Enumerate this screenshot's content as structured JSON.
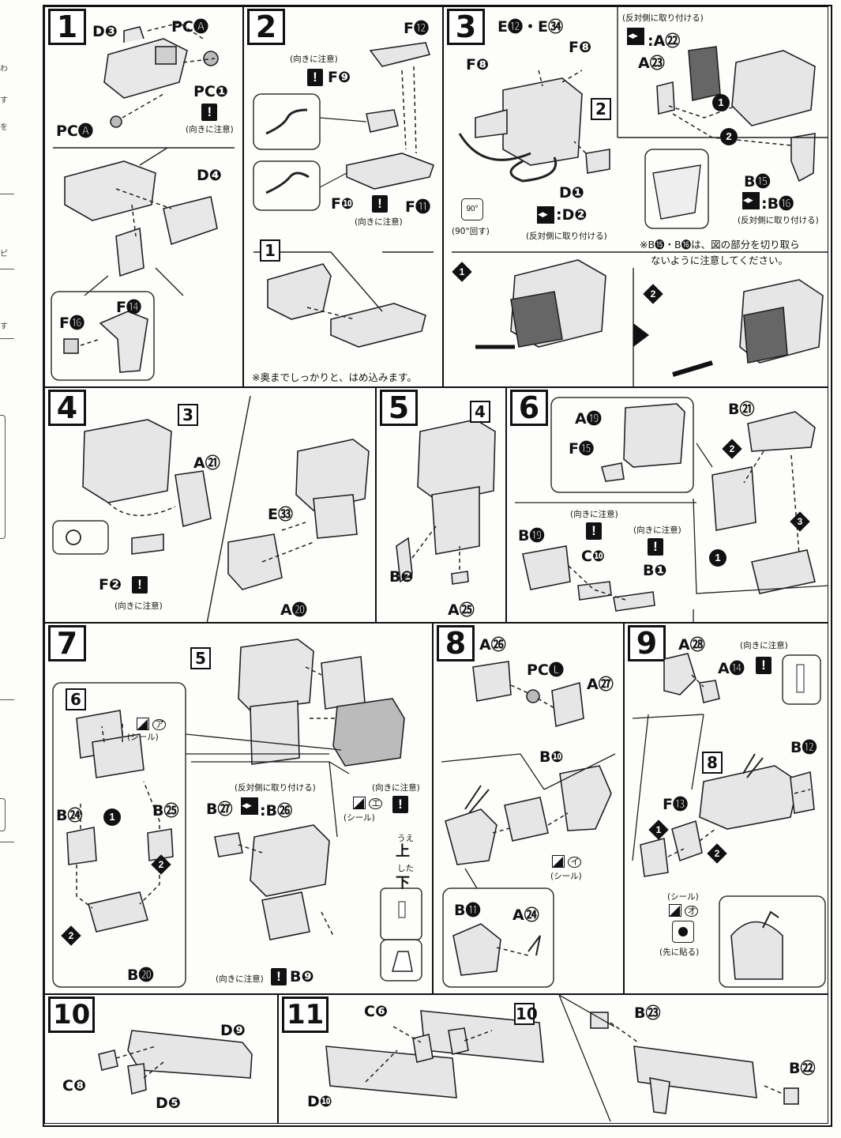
{
  "margin": {
    "chars": [
      "わ",
      "す",
      "を",
      "ピ",
      "す"
    ],
    "left_strip_note": "left edge of previous page"
  },
  "steps": {
    "s1": {
      "num": "1",
      "parts": {
        "d3": "D❸",
        "pca_top": "PC🅐",
        "pc1": "PC❶",
        "pca_left": "PC🅐",
        "d4": "D❹",
        "f16": "F⓰",
        "f14": "F⓮"
      },
      "warn": "(向きに注意)"
    },
    "s2": {
      "num": "2",
      "parts": {
        "f12": "F⓬",
        "f9": "F❾",
        "f10": "F❿",
        "f11": "F⓫"
      },
      "warn_top": "(向きに注意)",
      "warn_bottom": "(向きに注意)",
      "ref": "1",
      "note": "※奥までしっかりと、はめ込みます。"
    },
    "s3": {
      "num": "3",
      "parts": {
        "e12_34": "E⓬・E㉞",
        "f8a": "F❽",
        "f8b": "F❽",
        "d1": "D❶",
        "d2": ":D❷",
        "a22": ":A㉒",
        "a23": "A㉓",
        "b15": "B⓯",
        "b16": ":B⓰"
      },
      "ref": "2",
      "rotate_top": "90°",
      "rotate": "(90°回す)",
      "mirror_bottom": "(反対側に取り付ける)",
      "mirror_top": "(反対側に取り付ける)",
      "mirror_right": "(反対側に取り付ける)",
      "note_line1": "※B⓯・B⓰は、図の部分を切り取ら",
      "note_line2": "ないように注意してください。",
      "order": [
        "1",
        "2"
      ]
    },
    "s4": {
      "num": "4",
      "ref": "3",
      "parts": {
        "a21": "A㉑",
        "e33": "E㉝",
        "f2": "F❷",
        "a20": "A⓴"
      },
      "warn": "(向きに注意)"
    },
    "s5": {
      "num": "5",
      "ref": "4",
      "parts": {
        "b2": "B❷",
        "a25": "A㉕"
      }
    },
    "s6": {
      "num": "6",
      "parts": {
        "a19": "A⓳",
        "f15": "F⓯",
        "b21": "B㉑",
        "b19": "B⓳",
        "c10": "C❿",
        "b1": "B❶"
      },
      "warn_a": "(向きに注意)",
      "warn_b": "(向きに注意)",
      "order": [
        "1",
        "2",
        "3"
      ]
    },
    "s7": {
      "num": "7",
      "ref_main": "5",
      "ref_sub": "6",
      "parts": {
        "b24": "B㉔",
        "b25": "B㉕",
        "b20": "B⓴",
        "b27": "B㉗",
        "b26": ":B㉖",
        "b9": "B❾"
      },
      "sticker_a": "ア",
      "sticker_e": "エ",
      "sticker_label": "(シール)",
      "sticker_label2": "(シール)",
      "mirror": "(反対側に取り付ける)",
      "warn_a": "(向きに注意)",
      "warn_b": "(向きに注意)",
      "up": "上",
      "down": "下",
      "up_ruby": "うえ",
      "down_ruby": "した"
    },
    "s8": {
      "num": "8",
      "parts": {
        "a26": "A㉖",
        "pcl": "PC🅛",
        "a27": "A㉗",
        "b10": "B❿",
        "b11": "B⓫",
        "a24": "A㉔"
      },
      "sticker": "イ",
      "sticker_label": "(シール)"
    },
    "s9": {
      "num": "9",
      "ref": "8",
      "parts": {
        "a28": "A㉘",
        "a14": "A⓮",
        "b12": "B⓬",
        "f13": "F⓭"
      },
      "warn": "(向きに注意)",
      "sticker": "オ",
      "sticker_label": "(シール)",
      "first": "(先に貼る)",
      "order": [
        "1",
        "2"
      ]
    },
    "s10": {
      "num": "10",
      "parts": {
        "d9": "D❾",
        "c8": "C❽",
        "d5": "D❺"
      }
    },
    "s11": {
      "num": "11",
      "ref": "10",
      "parts": {
        "c6": "C❻",
        "d10": "D❿",
        "b23": "B㉓",
        "b22": "B㉒"
      }
    }
  }
}
